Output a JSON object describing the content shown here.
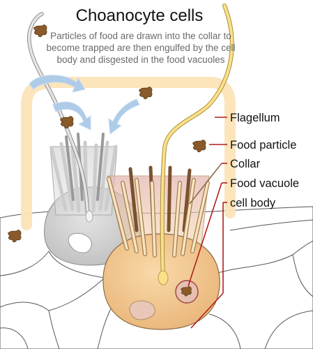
{
  "diagram": {
    "title": "Choanocyte cells",
    "caption_lines": [
      "Particles of food are drawn into the collar to",
      "become trapped are then engulfed by the cell",
      "body and disgested in the food vacuoles"
    ],
    "labels": {
      "flagellum": "Flagellum",
      "food_particle": "Food particle",
      "collar": "Collar",
      "food_vacuole": "Food vacuole",
      "cell_body": "cell body"
    }
  },
  "colors": {
    "cell_body_fill": "#f4c88f",
    "collar_fill": "#e7c3b4",
    "back_cell_fill": "#d6d6d6",
    "glow": "#fce3b7",
    "flow_arrow": "#aecbe8",
    "food_particle": "#8b5a2b",
    "leader_line": "#b01e1e"
  }
}
